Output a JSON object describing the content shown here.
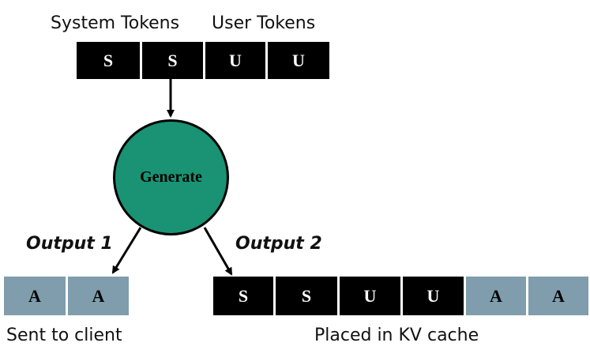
{
  "labels": {
    "system_tokens": "System Tokens",
    "user_tokens": "User Tokens",
    "output1": "Output 1",
    "output2": "Output 2",
    "sent_to_client": "Sent to client",
    "kv_cache": "Placed in KV cache"
  },
  "generate": "Generate",
  "input_tokens": [
    "S",
    "S",
    "U",
    "U"
  ],
  "client_tokens": [
    "A",
    "A"
  ],
  "cache_tokens": [
    "S",
    "S",
    "U",
    "U",
    "A",
    "A"
  ],
  "colors": {
    "token_dark": "#000000",
    "token_light": "#7f9dac",
    "generate_fill": "#1a9274"
  }
}
